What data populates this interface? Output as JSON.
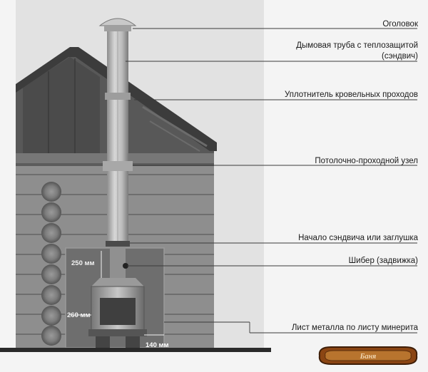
{
  "labels": {
    "cap": "Оголовок",
    "chimney_line1": "Дымовая труба с теплозащитой",
    "chimney_line2": "(сэндвич)",
    "roof_seal": "Уплотнитель кровельных проходов",
    "ceiling_unit": "Потолочно-проходной узел",
    "sandwich_start": "Начало сэндвича или заглушка",
    "damper": "Шибер (задвижка)",
    "metal_sheet": "Лист металла по листу минерита"
  },
  "dimensions": {
    "top_gap": "250 мм",
    "side_gap": "260 мм",
    "bottom_gap": "140 мм"
  },
  "colors": {
    "background": "#f4f4f4",
    "roof": "#5a5a5a",
    "wall": "#8a8a8a",
    "pipe": "#b4b4b4",
    "sheet": "#6e6e6e",
    "logo": "#8b4513"
  },
  "logo_text": "Баня"
}
